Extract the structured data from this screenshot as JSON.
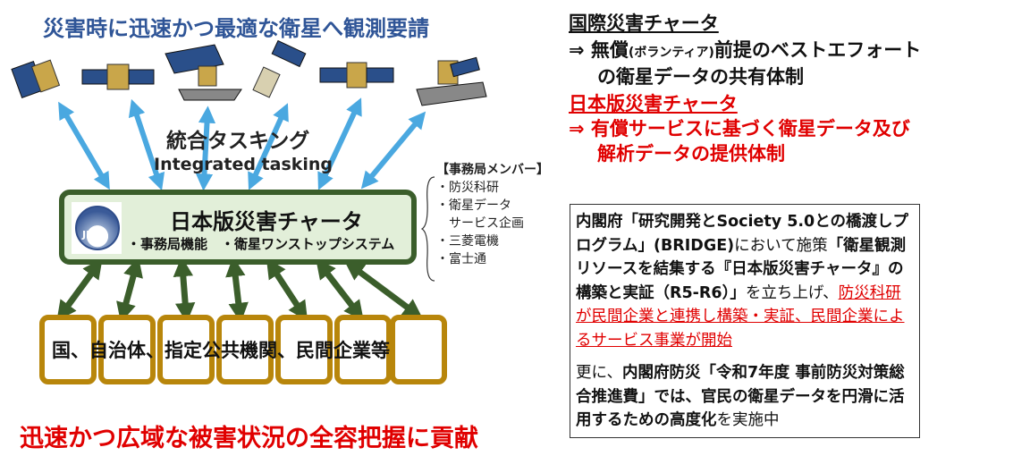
{
  "left": {
    "title": "災害時に迅速かつ最適な衛星へ観測要請",
    "tasking_ja": "統合タスキング",
    "tasking_en": "Integrated tasking",
    "jdc": {
      "logo_text": "JDC",
      "name": "日本版災害チャータ",
      "functions": "・事務局機能　・衛星ワンストップシステム"
    },
    "members": {
      "heading": "【事務局メンバー】",
      "items": [
        "・防災科研",
        "・衛星データ",
        "　サービス企画",
        "・三菱電機",
        "・富士通"
      ]
    },
    "users": "国、自治体、指定公共機関、民間企業等",
    "bottom_message": "迅速かつ広域な被害状況の全容把握に貢献"
  },
  "right": {
    "intl_charter": "国際災害チャータ",
    "intl_desc_1a": "⇒ 無償",
    "intl_desc_1b": "(ボランティア)",
    "intl_desc_1c": "前提のベストエフォート",
    "intl_desc_2": "の衛星データの共有体制",
    "jp_charter": "日本版災害チャータ",
    "jp_desc_1": "⇒ 有償サービスに基づく衛星データ及び",
    "jp_desc_2": "解析データの提供体制",
    "info": {
      "p1_a": "内閣府「研究開発とSociety 5.0との橋渡しプログラム」(BRIDGE)",
      "p1_b": "において施策",
      "p1_c": "「衛星観測リソースを結集する『日本版災害チャータ』の構築と実証（R5-R6）」",
      "p1_d": "を立ち上げ、",
      "p1_e": "防災科研が民間企業と連携し構築・実証、民間企業によるサービス事業が開始",
      "p2_a": "更に、",
      "p2_b": "内閣府防災「令和7年度 事前防災対策総合推進費」では、官民の衛星データを円滑に活用するための高度化",
      "p2_c": "を実施中"
    }
  },
  "colors": {
    "title_blue": "#2f5597",
    "sky_arrow": "#4aa8e0",
    "green_arrow": "#3b5e2b",
    "gold": "#b8860b",
    "red": "#e00000",
    "box_fill": "#e2efd9"
  }
}
